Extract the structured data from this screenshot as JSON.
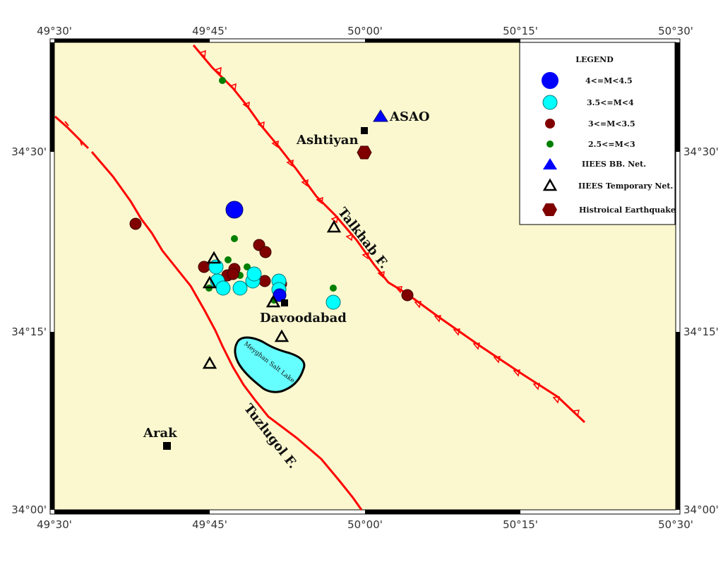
{
  "axes": {
    "top": [
      "49°30'",
      "49°45'",
      "50°00'",
      "50°15'",
      "50°30'"
    ],
    "bottom": [
      "49°30'",
      "49°45'",
      "50°00'",
      "50°15'",
      "50°30'"
    ],
    "left": [
      "34°30'",
      "34°15'",
      "34°00'"
    ],
    "right": [
      "34°30'",
      "34°15'",
      "34°00'"
    ]
  },
  "places": {
    "ashtiyan": "Ashtiyan",
    "asao": "ASAO",
    "davoodabad": "Davoodabad",
    "arak": "Arak"
  },
  "faults": {
    "talkhab": "Talkhab F.",
    "tuzlugol": "Tuzlugol F."
  },
  "lake_label": "Meyghan Salt Lake",
  "legend": {
    "title": "LEGEND",
    "items": [
      {
        "label": "4<=M<4.5",
        "symbol": "circle-large",
        "color": "#0000ff"
      },
      {
        "label": "3.5<=M<4",
        "symbol": "circle-medium",
        "color": "#00ffff"
      },
      {
        "label": "3<=M<3.5",
        "symbol": "circle-small",
        "color": "#800000"
      },
      {
        "label": "2.5<=M<3",
        "symbol": "circle-tiny",
        "color": "#007f00"
      },
      {
        "label": "IIEES BB. Net.",
        "symbol": "triangle-filled",
        "color": "#0000ff"
      },
      {
        "label": "IIEES Temporary Net.",
        "symbol": "triangle-open",
        "color": "#000000"
      },
      {
        "label": "Histroical Earthquake",
        "symbol": "hexagon",
        "color": "#800000"
      }
    ]
  },
  "colors": {
    "land": "#fbf8cf",
    "fault": "#ff0000",
    "lake": "#66ffff",
    "m4": "#0000ff",
    "m35": "#00ffff",
    "m3": "#800000",
    "m25": "#007f00"
  }
}
